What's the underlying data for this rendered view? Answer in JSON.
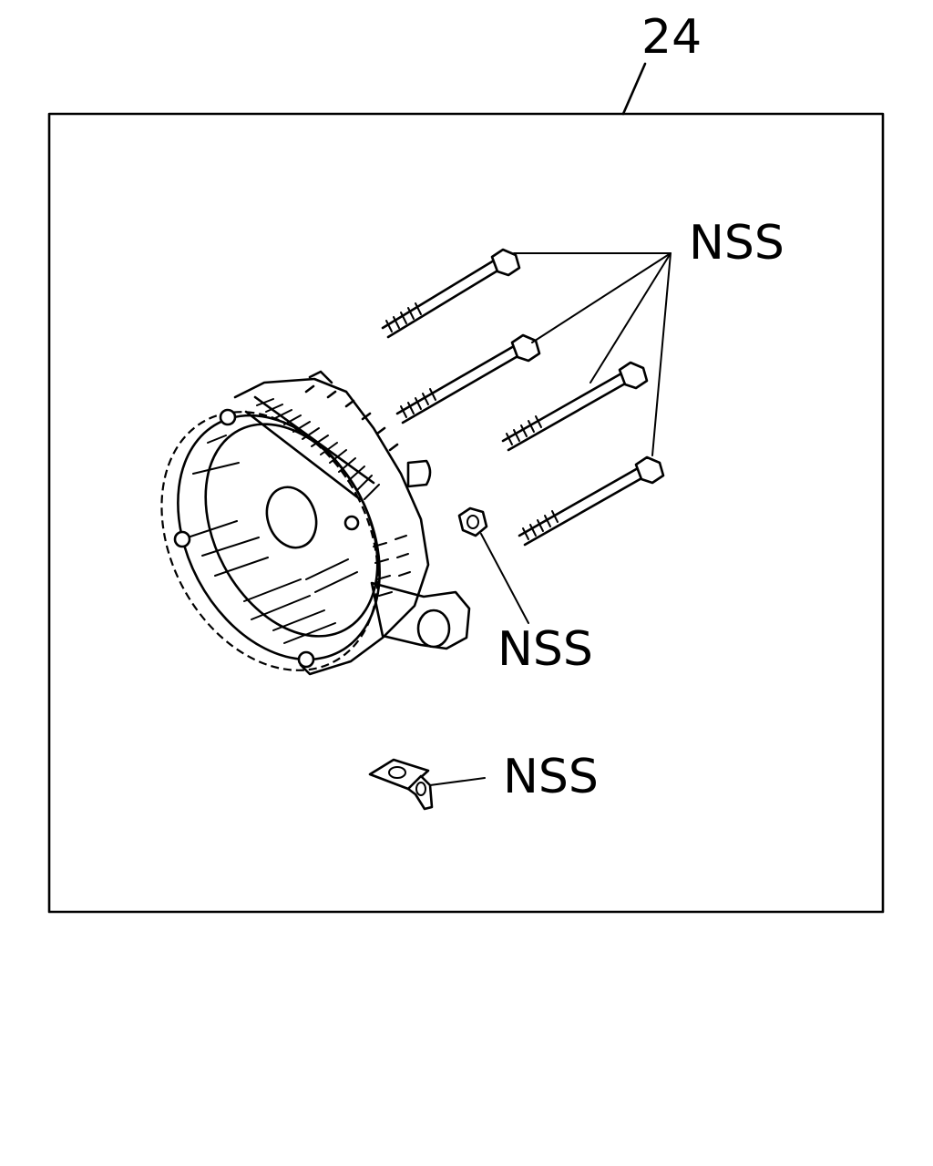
{
  "callouts": {
    "assembly_number": "24",
    "bolts_label": "NSS",
    "nut_label": "NSS",
    "bracket_label": "NSS"
  }
}
